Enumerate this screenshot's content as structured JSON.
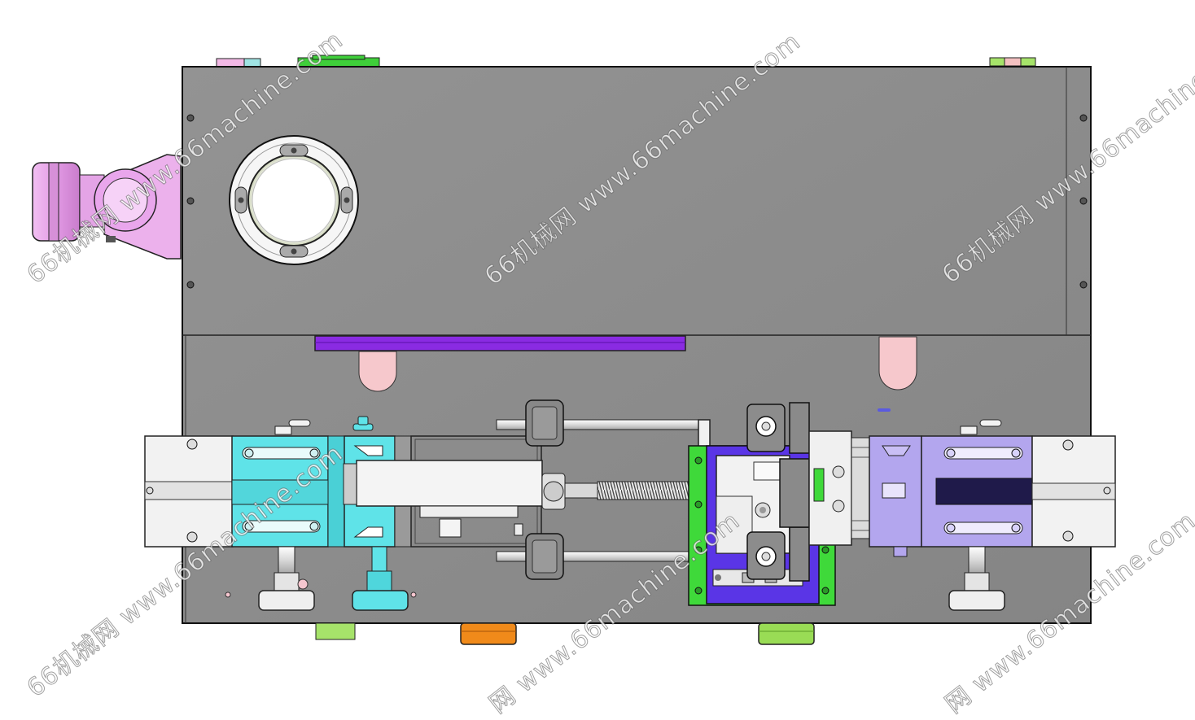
{
  "watermark": {
    "text_full": "66机械网 www.66machine.com",
    "text_site": "66machine.com",
    "text_tail": "械网 www.66machine.com",
    "text_tail2": "网 www.66machine.com"
  },
  "colors": {
    "plate": "#8c8c8c",
    "plate_dark": "#7a7a7a",
    "outline": "#1a1a1a",
    "cyan": "#5fe3e8",
    "violet": "#b3a6ee",
    "magenta": "#e8a6ea",
    "purple_bar": "#8a2be2",
    "block_blue": "#5a35e6",
    "green_frame": "#3fd93a",
    "orange": "#f08a1a",
    "lime": "#99dc55",
    "pink_slot": "#f6c8cc",
    "white_part": "#f2f2f2"
  }
}
